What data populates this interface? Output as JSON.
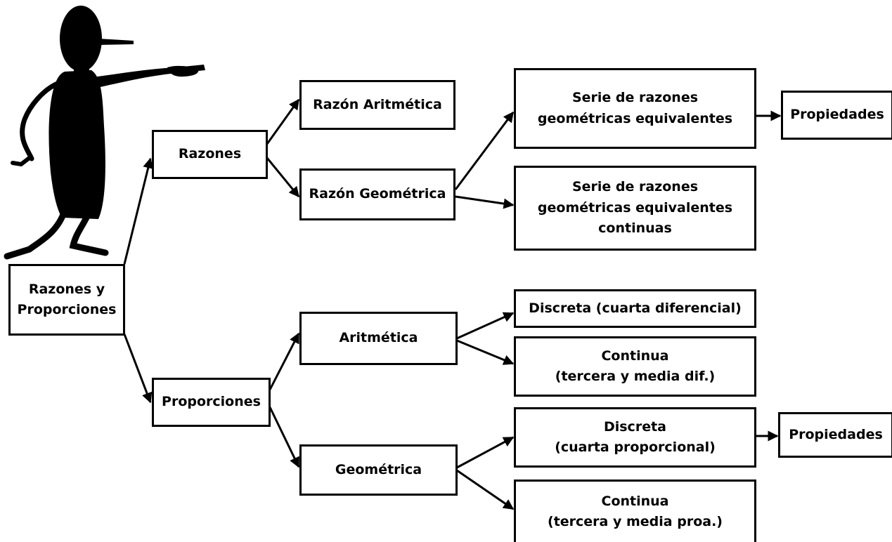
{
  "diagram": {
    "root": "Razones y\nProporciones",
    "razones": "Razones",
    "proporciones": "Proporciones",
    "razon_aritmetica": "Razón Aritmética",
    "razon_geometrica": "Razón Geométrica",
    "serie_equivalentes": "Serie de razones\ngeométricas equivalentes",
    "serie_continuas": "Serie de razones\ngeométricas equivalentes\ncontinuas",
    "propiedades_1": "Propiedades",
    "aritmetica": "Aritmética",
    "geometrica": "Geométrica",
    "discreta_diferencial": "Discreta (cuarta diferencial)",
    "continua_dif": "Continua\n(tercera y media dif.)",
    "discreta_proporcional": "Discreta\n(cuarta proporcional)",
    "continua_proa": "Continua\n(tercera y media proa.)",
    "propiedades_2": "Propiedades"
  },
  "colors": {
    "line": "#000000",
    "background": "#ffffff"
  },
  "figure": {
    "icon": "pointing-man-icon"
  }
}
